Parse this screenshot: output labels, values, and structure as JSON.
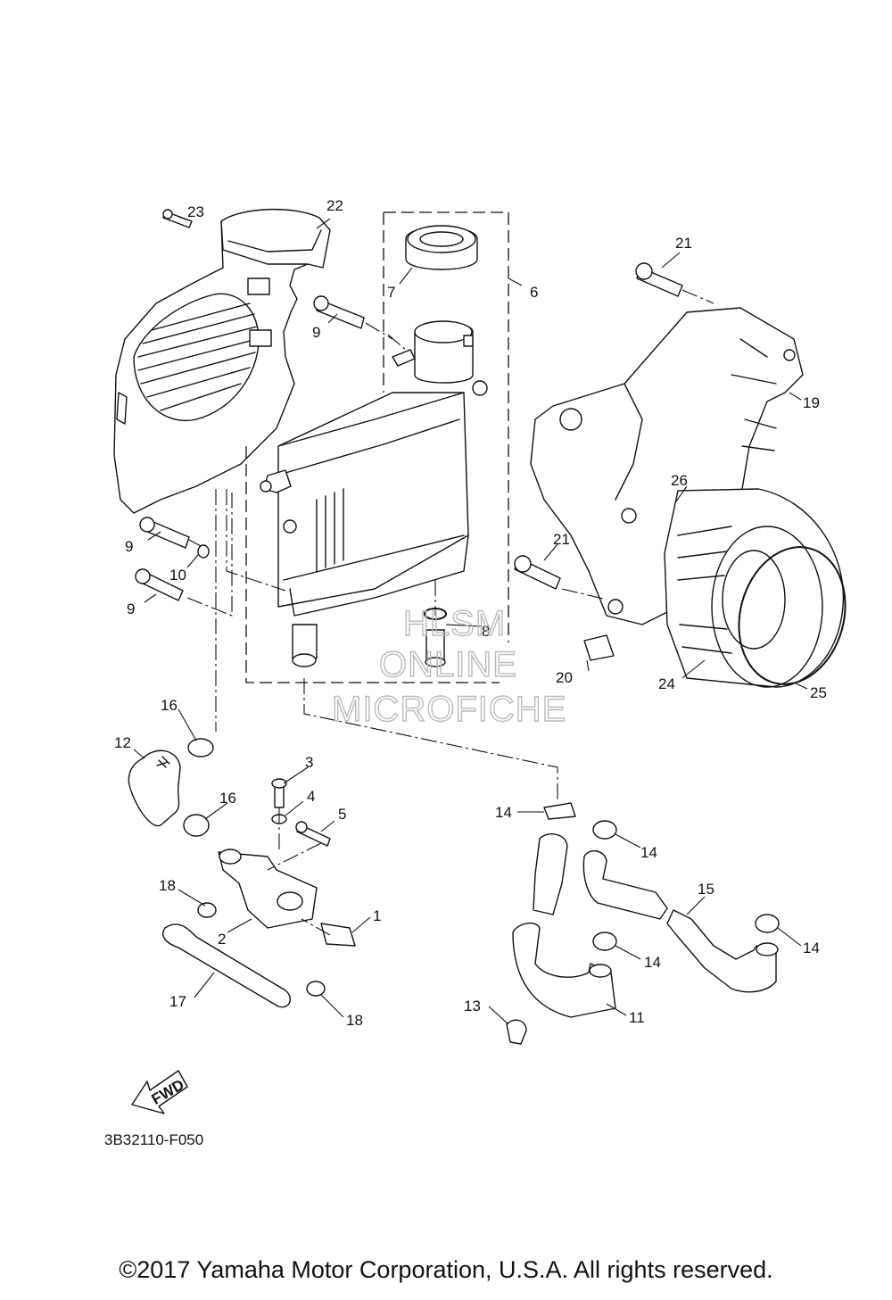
{
  "diagram": {
    "code": "3B32110-F050",
    "fwd_label": "FWD",
    "callouts": [
      {
        "id": "c1",
        "text": "1"
      },
      {
        "id": "c2",
        "text": "2"
      },
      {
        "id": "c3",
        "text": "3"
      },
      {
        "id": "c4",
        "text": "4"
      },
      {
        "id": "c5",
        "text": "5"
      },
      {
        "id": "c6",
        "text": "6"
      },
      {
        "id": "c7",
        "text": "7"
      },
      {
        "id": "c8",
        "text": "8"
      },
      {
        "id": "c9a",
        "text": "9"
      },
      {
        "id": "c9b",
        "text": "9"
      },
      {
        "id": "c9c",
        "text": "9"
      },
      {
        "id": "c10",
        "text": "10"
      },
      {
        "id": "c11",
        "text": "11"
      },
      {
        "id": "c12",
        "text": "12"
      },
      {
        "id": "c13",
        "text": "13"
      },
      {
        "id": "c14a",
        "text": "14"
      },
      {
        "id": "c14b",
        "text": "14"
      },
      {
        "id": "c14c",
        "text": "14"
      },
      {
        "id": "c14d",
        "text": "14"
      },
      {
        "id": "c15",
        "text": "15"
      },
      {
        "id": "c16a",
        "text": "16"
      },
      {
        "id": "c16b",
        "text": "16"
      },
      {
        "id": "c17",
        "text": "17"
      },
      {
        "id": "c18a",
        "text": "18"
      },
      {
        "id": "c18b",
        "text": "18"
      },
      {
        "id": "c19",
        "text": "19"
      },
      {
        "id": "c20",
        "text": "20"
      },
      {
        "id": "c21a",
        "text": "21"
      },
      {
        "id": "c21b",
        "text": "21"
      },
      {
        "id": "c22",
        "text": "22"
      },
      {
        "id": "c23",
        "text": "23"
      },
      {
        "id": "c24",
        "text": "24"
      },
      {
        "id": "c25",
        "text": "25"
      },
      {
        "id": "c26",
        "text": "26"
      }
    ]
  },
  "watermark": {
    "line1": "HLSM",
    "line2": "ONLINE",
    "line3": "MICROFICHE"
  },
  "copyright": "©2017 Yamaha Motor Corporation, U.S.A. All rights reserved."
}
